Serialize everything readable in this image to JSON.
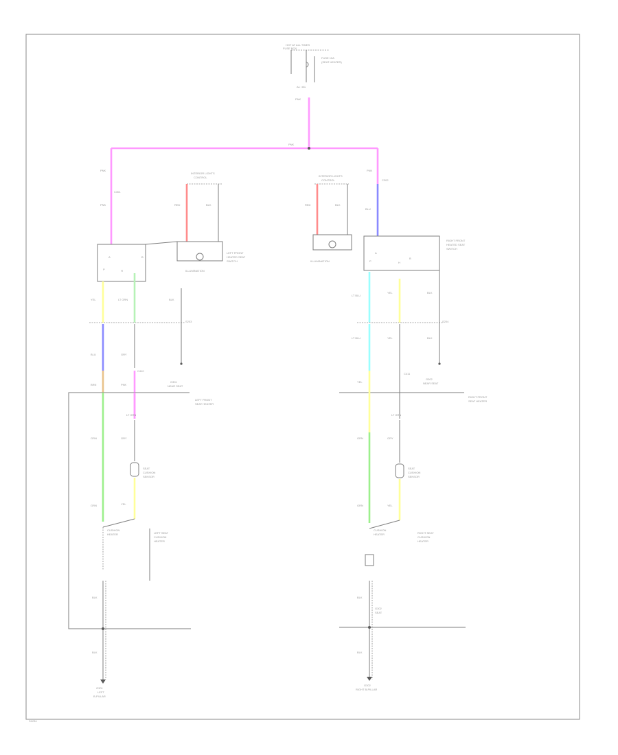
{
  "colors": {
    "pink": "#ff99ff",
    "red": "#ff8c8c",
    "blue": "#8a8aff",
    "yellow": "#ffff99",
    "green_light": "#b6f2b6",
    "green": "#9cf08c",
    "cyan": "#99ffff",
    "orange": "#e8c28a",
    "black": "#777777",
    "frame": "#8a8a8a"
  },
  "labels": {
    "top_module": "HOT AT ALL TIMES",
    "top_module_2": "FUSE BOX",
    "top_fuse": "FUSE 15A",
    "top_fuse_2": "(SEAT HEATER)",
    "top_pins": "A1 / B1",
    "pnk_top": "PNK",
    "splice_top": "PNK",
    "left_pnk": "PNK",
    "left_conn": "C301",
    "left_pnk2": "PNK",
    "left_sw": "INTERIOR LIGHTS",
    "left_sw2": "CONTROL",
    "left_red": "RED",
    "left_blk": "BLK",
    "left_illum": "ILLUMINATION",
    "left_switch_title": "LEFT FRONT",
    "left_switch_title2": "HEATED SEAT",
    "left_switch_title3": "SWITCH",
    "right_sw": "INTERIOR LIGHTS",
    "right_sw2": "CONTROL",
    "right_red": "RED",
    "right_blk": "BLK",
    "right_illum": "ILLUMINATION",
    "right_pnk": "PNK",
    "right_conn": "C302",
    "right_blu": "BLU",
    "right_switch_title": "RIGHT FRONT",
    "right_switch_title2": "HEATED SEAT",
    "right_switch_title3": "SWITCH",
    "l_yel": "YEL",
    "l_ltgrn": "LT GRN",
    "l_blk": "BLK",
    "l_splice": "S203",
    "l_blu": "BLU",
    "l_gry": "GRY",
    "l_brn": "BRN",
    "l_conn2": "C410",
    "l_pnk": "PNK",
    "l_ground_top": "G301",
    "l_ground_top2": "NEAR SEAT",
    "l_module": "LEFT FRONT",
    "l_module2": "SEAT HEATER",
    "l_ltgrn2": "LT GRN",
    "l_grn": "GRN",
    "l_gry2": "GRY",
    "l_sensor": "SEAT",
    "l_sensor2": "CUSHION",
    "l_sensor3": "SENSOR",
    "l_yel2": "YEL",
    "l_grn2": "GRN",
    "l_cushion": "CUSHION",
    "l_cushion2": "HEATER",
    "l_seatback": "LEFT SEAT",
    "l_seatback2": "CUSHION",
    "l_seatback3": "HEATER",
    "l_blk2": "BLK",
    "l_blk3": "BLK",
    "l_gnd": "G301",
    "l_gnd2": "LEFT",
    "l_gnd3": "B-PILLAR",
    "r_ltblu": "LT BLU",
    "r_yel": "YEL",
    "r_blk": "BLK",
    "r_splice": "S204",
    "r_ltblu2": "LT BLU",
    "r_yel2": "YEL",
    "r_conn": "C411",
    "r_blk2": "BLK",
    "r_ground_top": "G302",
    "r_ground_top2": "NEAR SEAT",
    "r_module": "RIGHT FRONT",
    "r_module2": "SEAT HEATER",
    "r_yel3": "YEL",
    "r_ltgrn": "LT GRN",
    "r_grn": "GRN",
    "r_gry": "GRY",
    "r_sensor": "SEAT",
    "r_sensor2": "CUSHION",
    "r_sensor3": "SENSOR",
    "r_yel4": "YEL",
    "r_grn2": "GRN",
    "r_cushion": "CUSHION",
    "r_cushion2": "HEATER",
    "r_seatback": "RIGHT SEAT",
    "r_seatback2": "CUSHION",
    "r_seatback3": "HEATER",
    "r_blk3": "BLK",
    "r_ground_mid": "G302",
    "r_ground_mid2": "SEAT",
    "r_blk4": "BLK",
    "r_gnd": "G302",
    "r_gnd2": "RIGHT B-PILLAR",
    "footer": "S1234"
  }
}
